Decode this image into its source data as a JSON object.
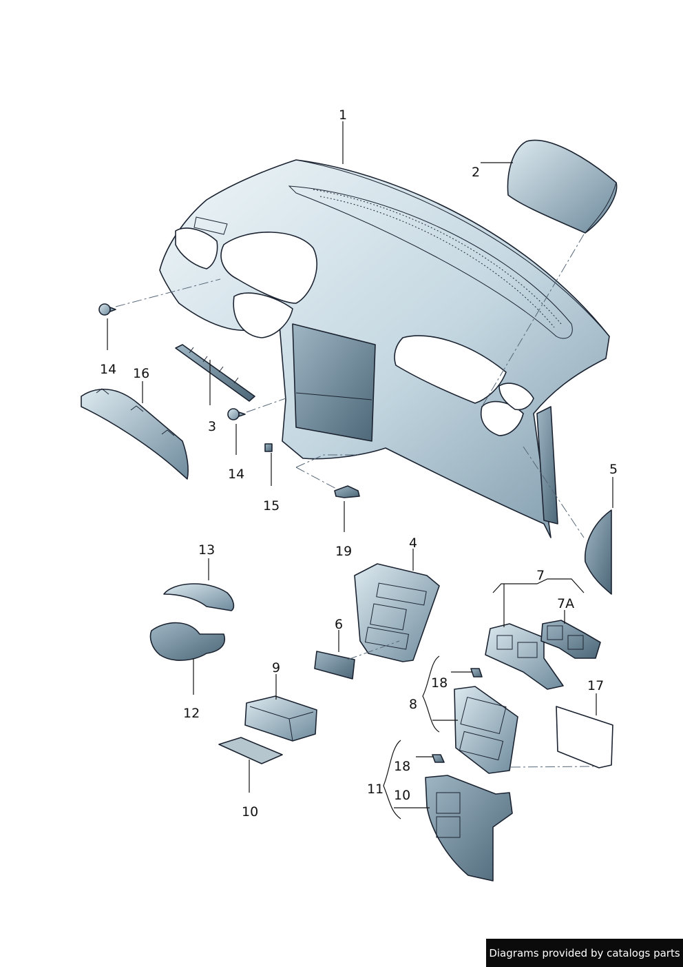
{
  "callouts": {
    "c1": "1",
    "c2": "2",
    "c3": "3",
    "c4": "4",
    "c5": "5",
    "c6": "6",
    "c7": "7",
    "c7a": "7A",
    "c8": "8",
    "c9": "9",
    "c10a": "10",
    "c10b": "10",
    "c11": "11",
    "c12": "12",
    "c13": "13",
    "c14a": "14",
    "c14b": "14",
    "c15": "15",
    "c16": "16",
    "c17": "17",
    "c18a": "18",
    "c18b": "18",
    "c19": "19"
  },
  "colors": {
    "part_fill_light": "#e6f0f4",
    "part_fill_mid": "#a9c2d0",
    "part_fill_dark": "#5f7c8f",
    "badge_bg": "#0b0b0b"
  },
  "credit": "Diagrams provided by catalogs parts"
}
